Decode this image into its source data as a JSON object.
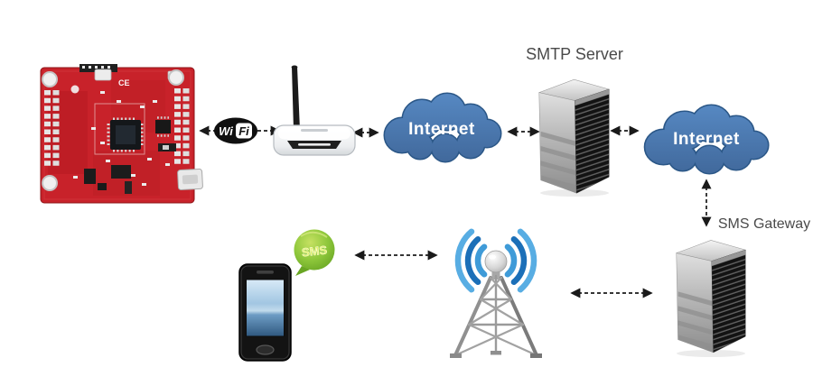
{
  "labels": {
    "smtp_server": "SMTP Server",
    "sms_gateway": "SMS Gateway",
    "internet_cloud_1": "Internet",
    "internet_cloud_2": "Internet",
    "sms_bubble": "SMS",
    "wifi_logo_wi": "Wi",
    "wifi_logo_fi": "Fi",
    "board_marking": "CE"
  },
  "colors": {
    "cloud_fill": "#4a7cb8",
    "cloud_border": "#2b5787",
    "cloud_text": "#ffffff",
    "label_text": "#4a4a4a",
    "arrow": "#1a1a1a",
    "signal_arc_light": "#58ade3",
    "signal_arc_dark": "#1b6fb8",
    "sms_bubble_green": "#76b82a",
    "pcb_red": "#c8222a",
    "server_dark_face": "#141414",
    "router_body": "#f2f4f5"
  },
  "nodes": [
    {
      "id": "wifi-dev-board",
      "type": "pcb-board"
    },
    {
      "id": "wifi-logo",
      "type": "logo"
    },
    {
      "id": "wireless-router",
      "type": "router"
    },
    {
      "id": "internet-cloud-1",
      "type": "cloud",
      "label": "Internet"
    },
    {
      "id": "smtp-server",
      "type": "server",
      "label": "SMTP Server"
    },
    {
      "id": "internet-cloud-2",
      "type": "cloud",
      "label": "Internet"
    },
    {
      "id": "sms-gateway-server",
      "type": "server",
      "label": "SMS Gateway"
    },
    {
      "id": "cell-tower",
      "type": "antenna-tower"
    },
    {
      "id": "smartphone",
      "type": "phone"
    },
    {
      "id": "sms-bubble",
      "type": "speech-bubble",
      "label": "SMS"
    }
  ],
  "connections": [
    {
      "from": "wifi-dev-board",
      "to": "wireless-router",
      "style": "dashed",
      "bidirectional": true,
      "via": "wifi-logo"
    },
    {
      "from": "wireless-router",
      "to": "internet-cloud-1",
      "style": "dashed",
      "bidirectional": true
    },
    {
      "from": "internet-cloud-1",
      "to": "smtp-server",
      "style": "dashed",
      "bidirectional": true
    },
    {
      "from": "smtp-server",
      "to": "internet-cloud-2",
      "style": "dashed",
      "bidirectional": true
    },
    {
      "from": "internet-cloud-2",
      "to": "sms-gateway-server",
      "style": "dashed",
      "bidirectional": true
    },
    {
      "from": "sms-gateway-server",
      "to": "cell-tower",
      "style": "dashed",
      "bidirectional": true
    },
    {
      "from": "cell-tower",
      "to": "smartphone",
      "style": "dashed",
      "bidirectional": true
    }
  ]
}
